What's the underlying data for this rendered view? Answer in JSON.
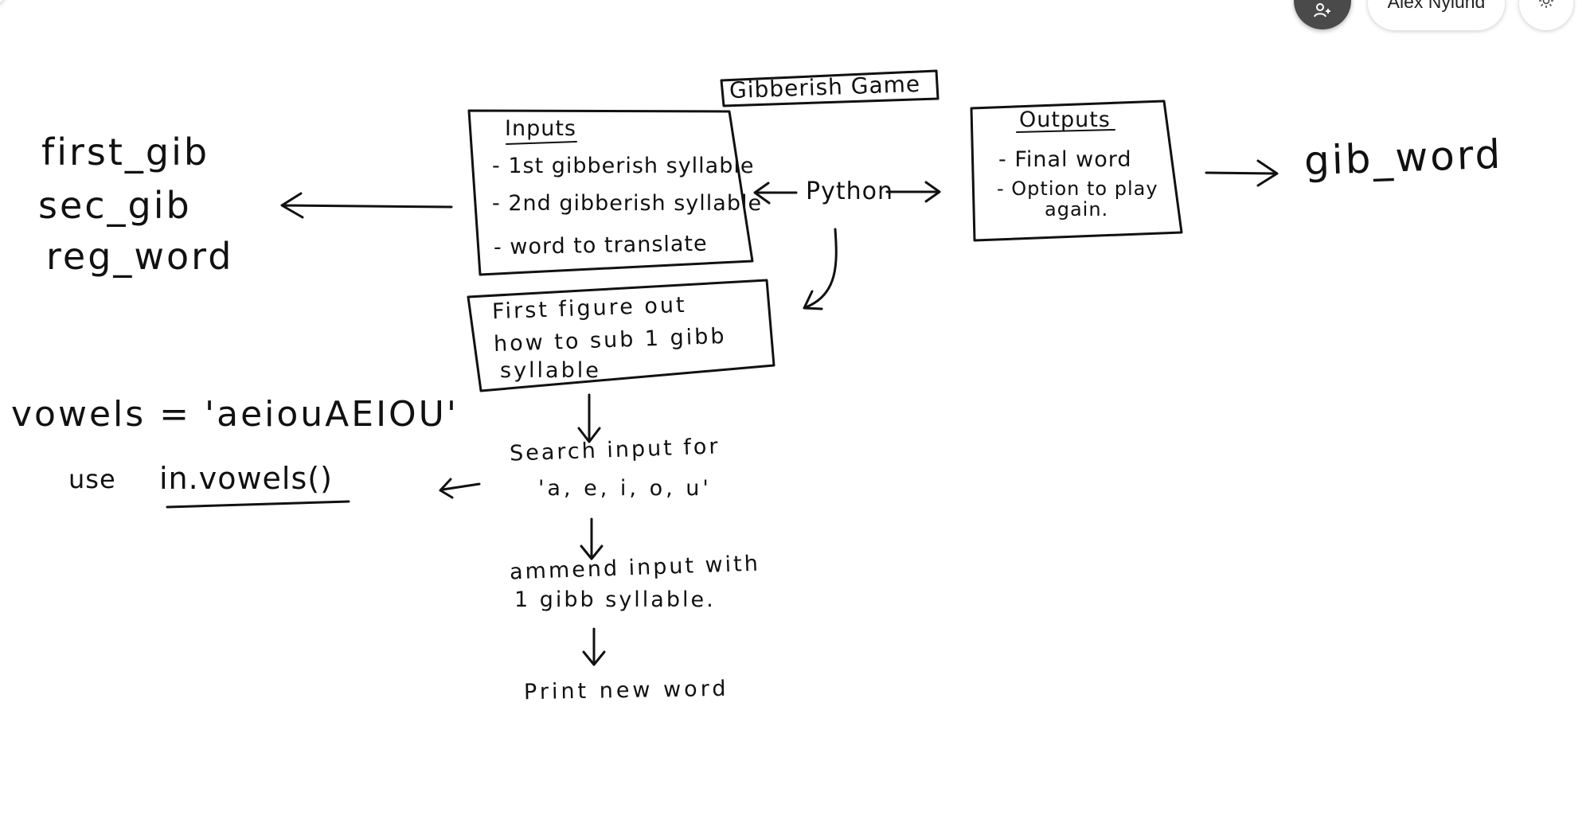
{
  "whiteboard": {
    "title": "Gibberish Game",
    "inputs": {
      "heading": "Inputs",
      "items": [
        "- 1st gibberish syllable",
        "- 2nd gibberish syllable",
        "- word to translate"
      ]
    },
    "outputs": {
      "heading": "Outputs",
      "items": [
        "- Final word",
        "- Option to play",
        "again."
      ]
    },
    "python_label": "Python",
    "step_box": [
      "First figure out",
      "how to sub 1 gibb",
      "syllable"
    ],
    "variables": [
      "first_gib",
      "sec_gib",
      "reg_word"
    ],
    "output_variable": "gib_word",
    "vowels_line": "vowels = 'aeiouAEIOU'",
    "use_label": "use",
    "use_code": "in.vowels()",
    "search_step": [
      "Search input for",
      "'a, e, i, o, u'"
    ],
    "amend_step": [
      "ammend input with",
      "1 gibb syllable."
    ],
    "print_step": "Print new word"
  },
  "toolbar": {
    "user_name": "Alex Nylund",
    "icons": [
      "add-user-icon",
      "gear-icon"
    ]
  },
  "colors": {
    "ink": "#111111",
    "button_dark": "#4a4a4a",
    "background": "#ffffff"
  }
}
